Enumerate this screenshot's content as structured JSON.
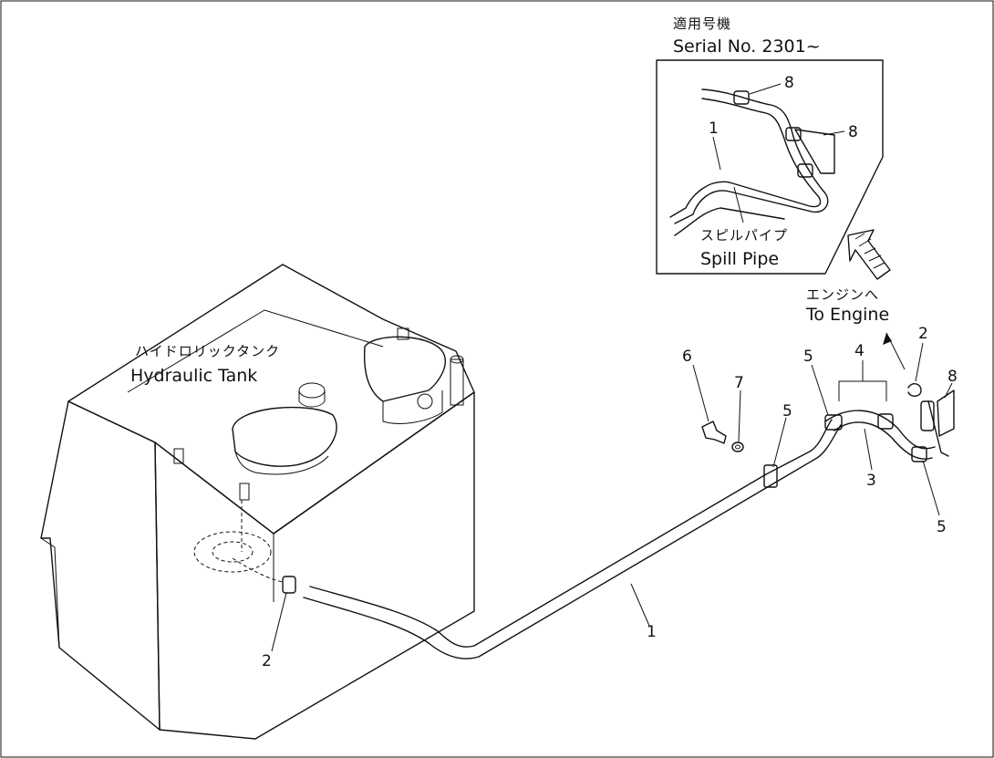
{
  "inset": {
    "title_jp": "適用号機",
    "title_en": "Serial No. 2301~",
    "spill_pipe_jp": "スピルパイプ",
    "spill_pipe_en": "Spill Pipe",
    "callouts": {
      "c8a": "8",
      "c8b": "8",
      "c1": "1"
    }
  },
  "tank": {
    "label_jp": "ハイドロリックタンク",
    "label_en": "Hydraulic Tank"
  },
  "engine": {
    "label_jp": "エンジンへ",
    "label_en": "To Engine"
  },
  "callouts": {
    "p1": "1",
    "p2_tank": "2",
    "p2_right": "2",
    "p3": "3",
    "p4": "4",
    "p5_clamp": "5",
    "p5_top": "5",
    "p5_right": "5",
    "p6": "6",
    "p7": "7",
    "p8": "8"
  },
  "colors": {
    "ink": "#111111",
    "paper": "#ffffff"
  }
}
